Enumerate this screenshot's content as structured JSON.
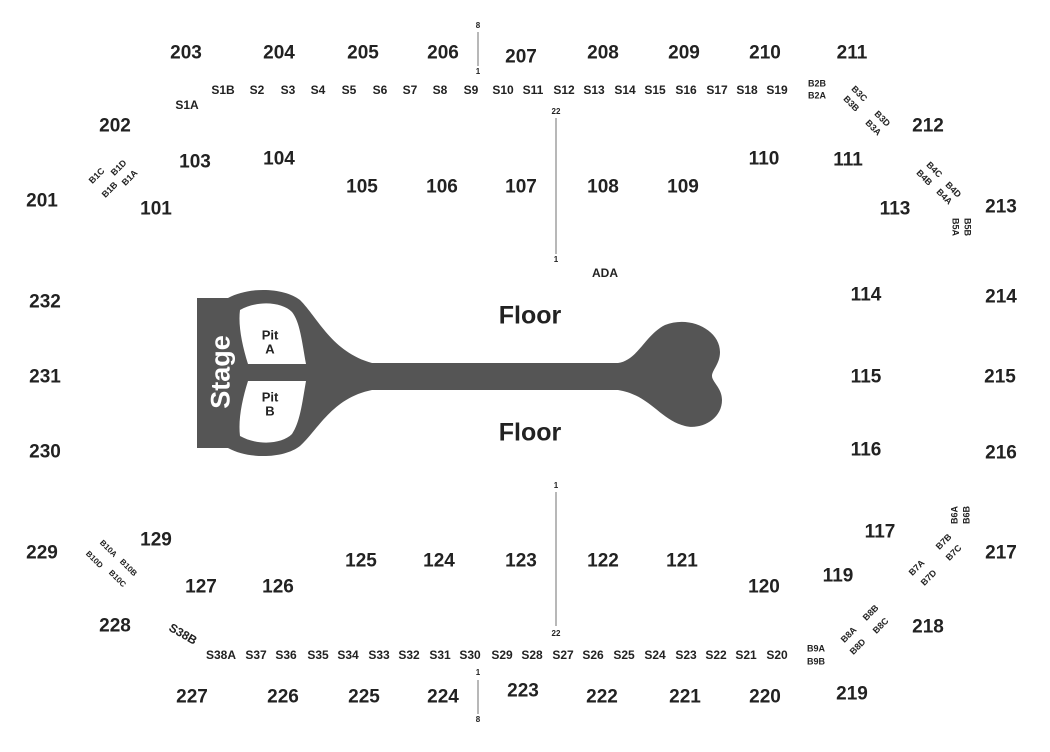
{
  "map": {
    "floor_label_top": "Floor",
    "floor_label_bottom": "Floor",
    "stage_label": "Stage",
    "pit_a": "Pit\nA",
    "pit_b": "Pit\nB",
    "ada_label": "ADA",
    "row_markers": [
      "8",
      "1",
      "22",
      "1",
      "1",
      "22",
      "1",
      "8"
    ],
    "colors": {
      "stage": "#555555",
      "text": "#222222",
      "line": "#888888",
      "background": "#ffffff"
    }
  },
  "sections_200": [
    "201",
    "202",
    "203",
    "204",
    "205",
    "206",
    "207",
    "208",
    "209",
    "210",
    "211",
    "212",
    "213",
    "214",
    "215",
    "216",
    "217",
    "218",
    "219",
    "220",
    "221",
    "222",
    "223",
    "224",
    "225",
    "226",
    "227",
    "228",
    "229",
    "230",
    "231",
    "232"
  ],
  "sections_100": [
    "101",
    "103",
    "104",
    "105",
    "106",
    "107",
    "108",
    "109",
    "110",
    "111",
    "113",
    "114",
    "115",
    "116",
    "117",
    "119",
    "120",
    "121",
    "122",
    "123",
    "124",
    "125",
    "126",
    "127",
    "129"
  ],
  "suites_top": [
    "S1A",
    "S1B",
    "S2",
    "S3",
    "S4",
    "S5",
    "S6",
    "S7",
    "S8",
    "S9",
    "S10",
    "S11",
    "S12",
    "S13",
    "S14",
    "S15",
    "S16",
    "S17",
    "S18",
    "S19"
  ],
  "suites_bottom": [
    "S38B",
    "S38A",
    "S37",
    "S36",
    "S35",
    "S34",
    "S33",
    "S32",
    "S31",
    "S30",
    "S29",
    "S28",
    "S27",
    "S26",
    "S25",
    "S24",
    "S23",
    "S22",
    "S21",
    "S20"
  ],
  "boxes": [
    "B1C",
    "B1D",
    "B1B",
    "B1A",
    "B2B",
    "B2A",
    "B3C",
    "B3B",
    "B3D",
    "B3A",
    "B4C",
    "B4D",
    "B4B",
    "B4A",
    "B5B",
    "B5A",
    "B6B",
    "B6A",
    "B7B",
    "B7C",
    "B7A",
    "B7D",
    "B8A",
    "B8B",
    "B8C",
    "B8D",
    "B9A",
    "B9B",
    "B10A",
    "B10B",
    "B10D",
    "B10C"
  ]
}
